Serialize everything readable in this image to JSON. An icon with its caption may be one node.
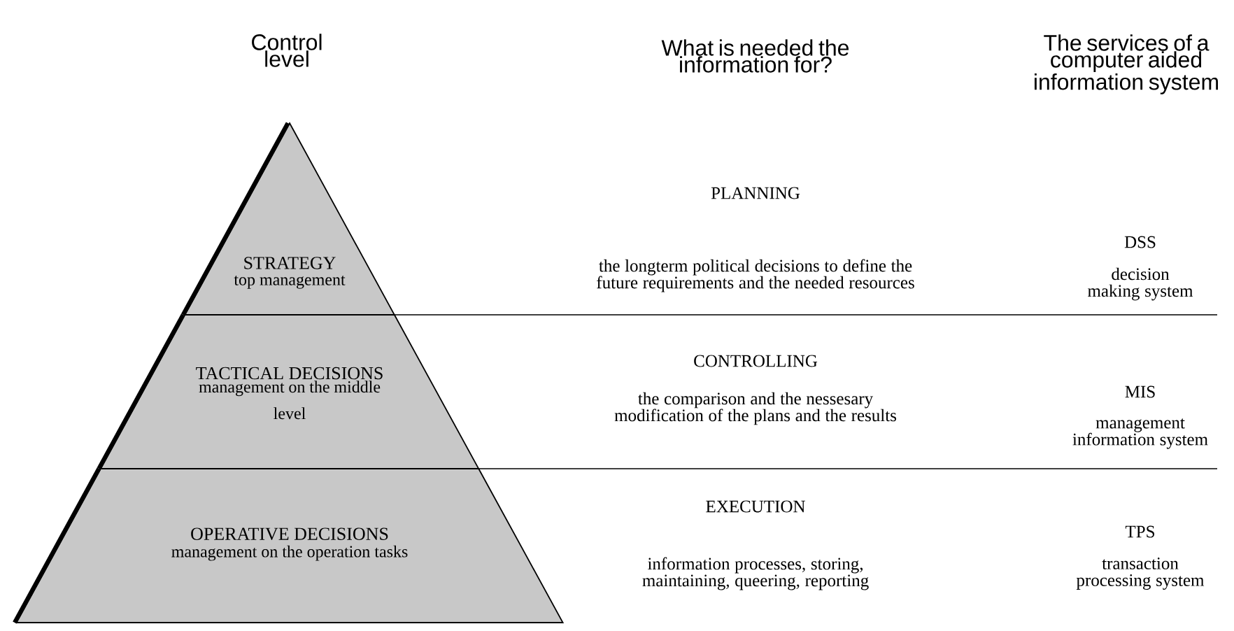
{
  "diagram": {
    "nodes": [
      {
        "text": [
          "STRATEGY",
          "top management"
        ]
      },
      {
        "text": [
          "TACTICAL DECISIONS",
          "management on the middle level"
        ]
      },
      {
        "text": [
          "OPERATIVE DECISIONS",
          "management on the operation tasks"
        ]
      }
    ],
    "labels": [
      "Control level",
      "What is needed the information for?",
      "The services of a computer aided information system",
      "PLANNING",
      "the longterm political decisions to define the future requirements and the needed resources",
      "DSS",
      "decision making system",
      "CONTROLLING",
      "the comparison and the nessesary modification of the plans and the results",
      "MIS",
      "management information system",
      "EXECUTION",
      "information processes, storing, maintaining, queering, reporting",
      "TPS",
      "transaction processing system"
    ]
  }
}
